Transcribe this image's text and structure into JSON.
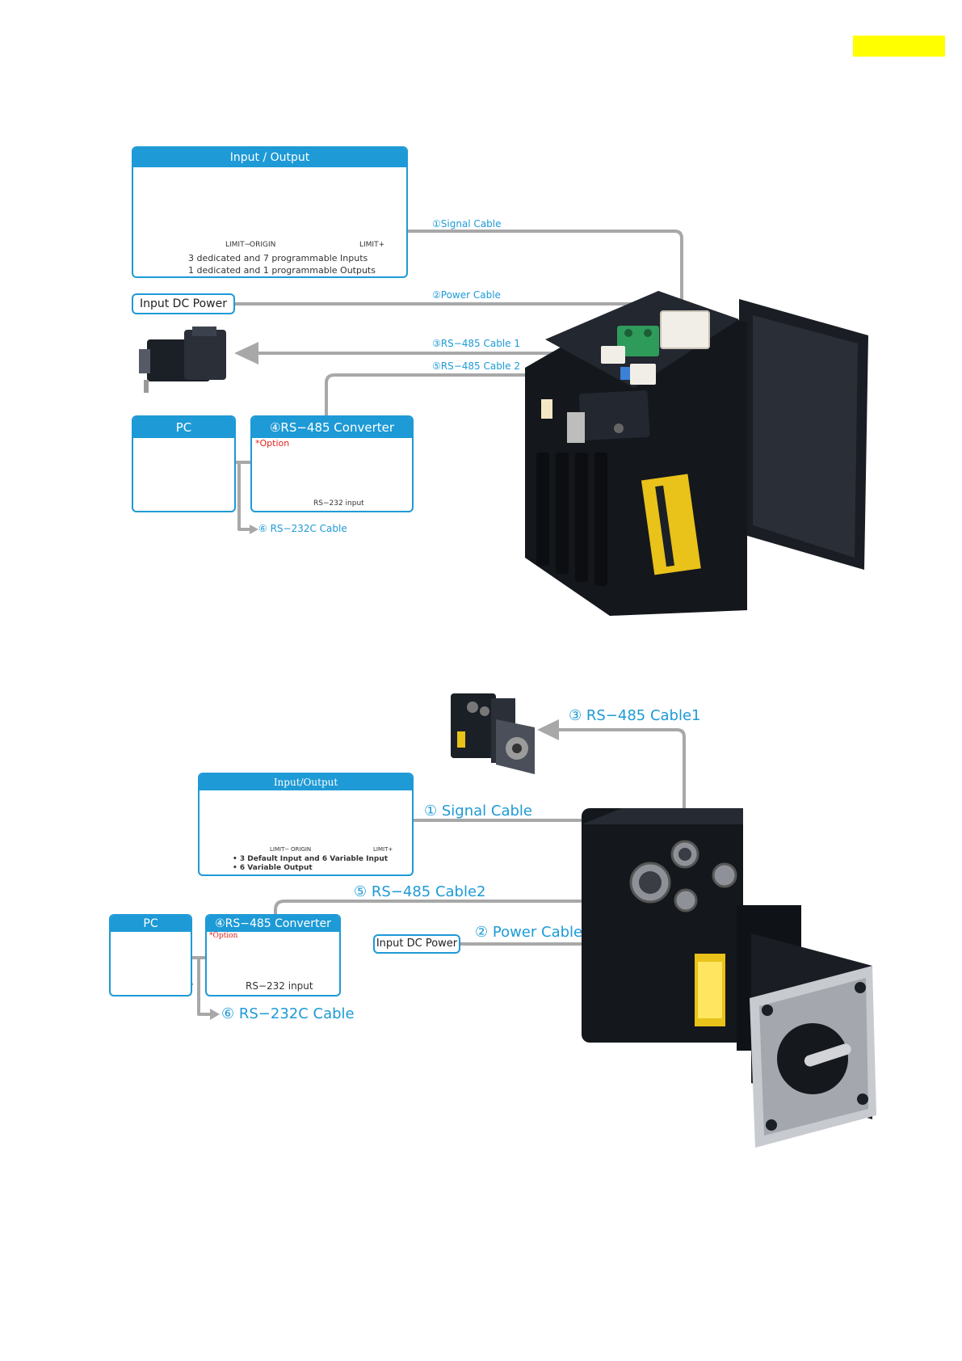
{
  "colors": {
    "accent": "#1e9ad6",
    "wire": "#a8a8a8",
    "highlight": "#ffff00",
    "motor": "#1b1f26",
    "option": "#e2231a"
  },
  "top": {
    "io_box": {
      "title": "Input / Output",
      "limit_minus": "LIMIT−",
      "origin": "ORIGIN",
      "limit_plus": "LIMIT+",
      "line1": "3 dedicated and 7 programmable Inputs",
      "line2": "1 dedicated and 1 programmable Outputs"
    },
    "cables": {
      "signal": "①Signal Cable",
      "power": "②Power Cable",
      "rs485_1": "③RS−485 Cable 1",
      "rs485_2": "⑤RS−485 Cable 2",
      "rs232c": "⑥ RS−232C Cable"
    },
    "input_dc_power": "Input DC Power",
    "pc_title": "PC",
    "converter": {
      "title": "④RS−485 Converter",
      "option": "*Option",
      "caption": "RS−232 input"
    }
  },
  "bottom": {
    "io_box": {
      "title": "Input/Output",
      "limit_minus": "LIMIT−",
      "origin": "ORIGIN",
      "limit_plus": "LIMIT+",
      "line1": "• 3 Default Input and 6 Variable Input",
      "line2": "• 6 Variable Output"
    },
    "cables": {
      "signal": "① Signal Cable",
      "power": "② Power Cable",
      "rs485_1": "③ RS−485 Cable1",
      "rs485_2": "⑤ RS−485 Cable2",
      "rs232c": "⑥ RS−232C Cable"
    },
    "input_dc_power": "Input DC Power",
    "pc_title": "PC",
    "converter": {
      "title": "④RS−485 Converter",
      "option": "*Option",
      "caption": "RS−232 input"
    }
  }
}
